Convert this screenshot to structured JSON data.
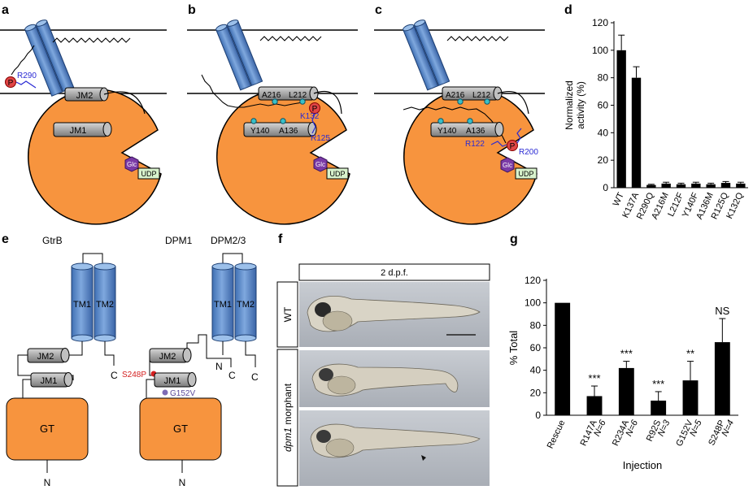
{
  "panels": {
    "a": {
      "letter": "a",
      "jm2": "JM2",
      "jm1": "JM1",
      "p": "P",
      "residue": "R290",
      "glc": "Glc",
      "udp": "UDP"
    },
    "b": {
      "letter": "b",
      "a216": "A216",
      "l212": "L212",
      "y140": "Y140",
      "a136": "A136",
      "k132": "K132",
      "r125": "R125",
      "p": "P",
      "glc": "Glc",
      "udp": "UDP"
    },
    "c": {
      "letter": "c",
      "a216": "A216",
      "l212": "L212",
      "y140": "Y140",
      "a136": "A136",
      "r122": "R122",
      "r200": "R200",
      "p": "P",
      "glc": "Glc",
      "udp": "UDP"
    },
    "e": {
      "letter": "e",
      "gtrb": "GtrB",
      "dpm1": "DPM1",
      "dpm23": "DPM2/3",
      "tm1": "TM1",
      "tm2": "TM2",
      "jm2": "JM2",
      "jm1": "JM1",
      "gt": "GT",
      "n": "N",
      "c": "C",
      "s248p": "S248P",
      "g152v": "G152V"
    },
    "f": {
      "letter": "f",
      "header": "2 d.p.f.",
      "row1": "WT",
      "row2_italic": "dpm1",
      "row2_rest": " morphant"
    },
    "d": {
      "letter": "d"
    },
    "g": {
      "letter": "g"
    }
  },
  "chart_data": [
    {
      "panel": "d",
      "type": "bar",
      "ylabel_line1": "Normalized",
      "ylabel_line2": "activity (%)",
      "ylim": [
        0,
        120
      ],
      "yticks": [
        0,
        20,
        40,
        60,
        80,
        100,
        120
      ],
      "categories": [
        "WT",
        "K137A",
        "R290Q",
        "A216M",
        "L212F",
        "Y140F",
        "A136M",
        "R125Q",
        "K132Q"
      ],
      "values": [
        100,
        80,
        2,
        3,
        2.5,
        3,
        2.5,
        3.5,
        3
      ],
      "errors": [
        11,
        8,
        0.5,
        1,
        0.8,
        1,
        0.8,
        1,
        1
      ],
      "bar_color": "#000000"
    },
    {
      "panel": "g",
      "type": "bar",
      "ylabel": "% Total",
      "xlabel": "Injection",
      "ylim": [
        0,
        120
      ],
      "yticks": [
        0,
        20,
        40,
        60,
        80,
        100,
        120
      ],
      "categories": [
        "Rescue",
        "R147A",
        "R234A",
        "R92S",
        "G152V",
        "S248P"
      ],
      "n_labels": [
        "",
        "N=6",
        "N=6",
        "N=3",
        "N=5",
        "N=4"
      ],
      "values": [
        100,
        17,
        42,
        13,
        31,
        65
      ],
      "errors": [
        0,
        9,
        6,
        8,
        17,
        21
      ],
      "significance": [
        "",
        "***",
        "***",
        "***",
        "**",
        "NS"
      ],
      "bar_color": "#000000"
    }
  ]
}
